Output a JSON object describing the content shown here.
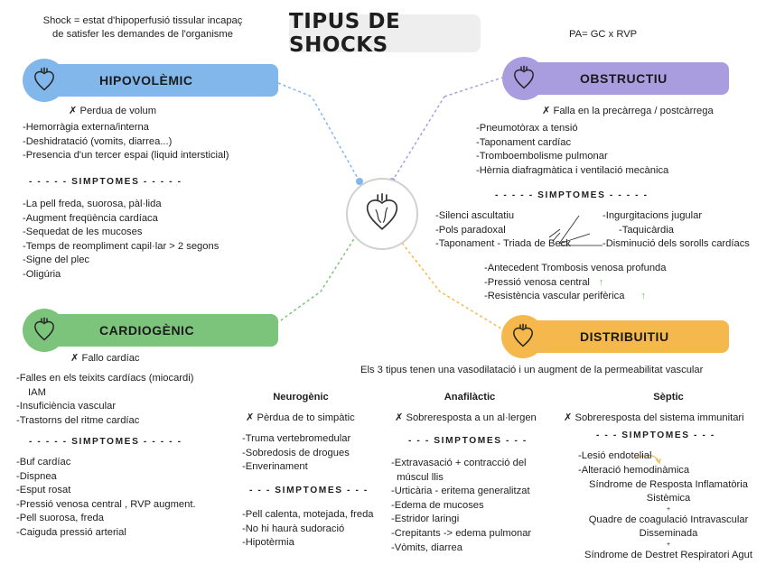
{
  "title": "TIPUS DE SHOCKS",
  "definition_line1": "Shock = estat d'hipoperfusió tissular incapaç",
  "definition_line2": "de satisfer les demandes de l'organisme",
  "formula": "PA= GC x RVP",
  "colors": {
    "hipo": "#82b7ec",
    "obs": "#a99de0",
    "cardio": "#7cc47c",
    "dist": "#f5b84c"
  },
  "hipovolemic": {
    "label": "HIPOVOLÈMIC",
    "cause": "✗ Perdua de volum",
    "items": [
      "-Hemorràgia externa/interna",
      "-Deshidratació (vomits, diarrea...)",
      "-Presencia d'un tercer espai (liquid intersticial)"
    ],
    "symptoms_title": "- - - - -   SIMPTOMES   - - - - -",
    "symptoms": [
      "-La pell freda, suorosa, pàl·lida",
      "-Augment freqüència cardíaca",
      "-Sequedat de les mucoses",
      "-Temps de reompliment capil·lar > 2 segons",
      "-Signe del plec",
      "-Oligúria"
    ]
  },
  "obstructiu": {
    "label": "OBSTRUCTIU",
    "cause": "✗ Falla en la precàrrega / postcàrrega",
    "items": [
      "-Pneumotòrax a tensió",
      "-Taponament cardíac",
      "-Tromboembolisme pulmonar",
      "-Hèrnia diafragmàtica i ventilació mecànica"
    ],
    "symptoms_title": "- - - - -   SIMPTOMES   - - - - -",
    "symptoms": [
      "-Silenci ascultatiu",
      "-Pols paradoxal",
      "-Taponament -  Triada de Beck"
    ],
    "beck": [
      "-Ingurgitacions jugular",
      "-Taquicàrdia",
      "-Disminució dels sorolls cardíacs"
    ],
    "extra": [
      "-Antecedent Trombosis venosa profunda",
      "-Pressió venosa central",
      "-Resistència vascular perifèrica"
    ],
    "up_arrow": "↑"
  },
  "cardiogenic": {
    "label": "CARDIOGÈNIC",
    "cause": "✗ Fallo cardíac",
    "items": [
      "-Falles en els teixits cardíacs (miocardi)",
      "IAM",
      "-Insuficiència vascular",
      "-Trastorns del ritme cardíac"
    ],
    "symptoms_title": "- - - - -   SIMPTOMES   - - - - -",
    "symptoms": [
      "-Buf cardíac",
      "-Dispnea",
      "-Esput rosat",
      "-Pressió venosa central , RVP augment.",
      "-Pell suorosa, freda",
      "-Caiguda pressió arterial"
    ]
  },
  "distributiu": {
    "label": "DISTRIBUITIU",
    "intro": "Els 3 tipus tenen una vasodilatació i un augment de la permeabilitat vascular",
    "neuro": {
      "title": "Neurogènic",
      "cause": "✗ Pèrdua de to simpàtic",
      "items": [
        "-Truma vertebromedular",
        "-Sobredosis de drogues",
        "-Enverinament"
      ],
      "symptoms_title": "- - -   SIMPTOMES   - - -",
      "symptoms": [
        "-Pell calenta, motejada, freda",
        "-No hi haurà sudoració",
        "-Hipotèrmia"
      ]
    },
    "anaf": {
      "title": "Anafilàctic",
      "cause": "✗ Sobreresposta a un al·lergen",
      "symptoms_title": "- - -   SIMPTOMES   - - -",
      "symptoms": [
        "-Extravasació + contracció del",
        "  múscul llis",
        "-Urticària - eritema generalitzat",
        "-Edema de mucoses",
        "-Estridor laringi",
        "-Crepitants -> edema pulmonar",
        "-Vòmits, diarrea"
      ]
    },
    "septic": {
      "title": "Sèptic",
      "cause": "✗  Sobreresposta del sistema immunitari",
      "symptoms_title": "- - -   SIMPTOMES   - - -",
      "items": [
        "-Lesió endotelial",
        "-Alteració hemodinàmica"
      ],
      "sirs_1": "Síndrome de Resposta Inflamatòria",
      "sirs_2": "Sistèmica",
      "cid_1": "Quadre de coagulació Intravascular",
      "cid_2": "Disseminada",
      "sdra": "Síndrome de Destret Respiratori Agut",
      "plus": "+"
    }
  }
}
